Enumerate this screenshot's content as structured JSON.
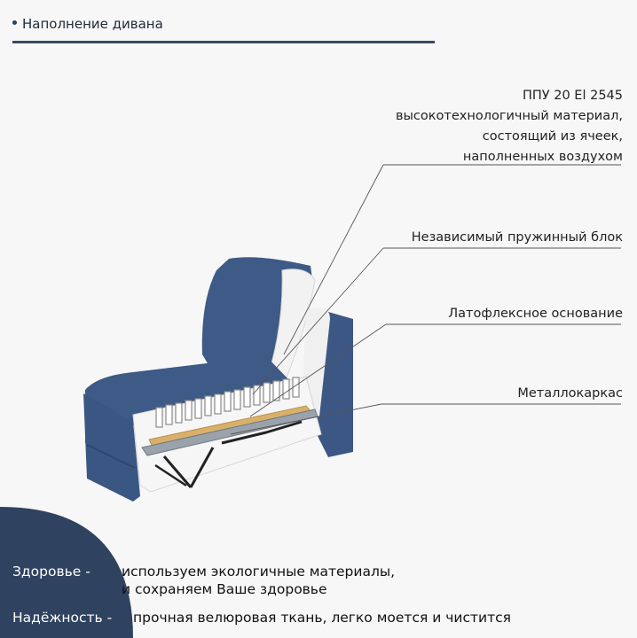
{
  "header": {
    "title": "Наполнение дивана"
  },
  "labels": {
    "ppu_line1": "ППУ 20 El 2545",
    "ppu_line2": "высокотехнологичный материал,",
    "ppu_line3": "состоящий из ячеек,",
    "ppu_line4": "наполненных воздухом",
    "spring": "Независимый пружинный блок",
    "latoflex": "Латофлексное основание",
    "metal": "Металлокаркас"
  },
  "features": {
    "health_term": "Здоровье -",
    "health_line1": "используем экологичные материалы,",
    "health_line2": "и сохраняем Ваше здоровье",
    "reliability_term": "Надёжность -",
    "reliability_desc": "прочная велюровая ткань, легко моется и чистится"
  },
  "colors": {
    "upholstery": "#3e5a86",
    "corner": "#2f425f",
    "rule": "#3b4a63",
    "wood": "#d9b06a"
  },
  "icons": {
    "bullet": "dot-bullet"
  }
}
